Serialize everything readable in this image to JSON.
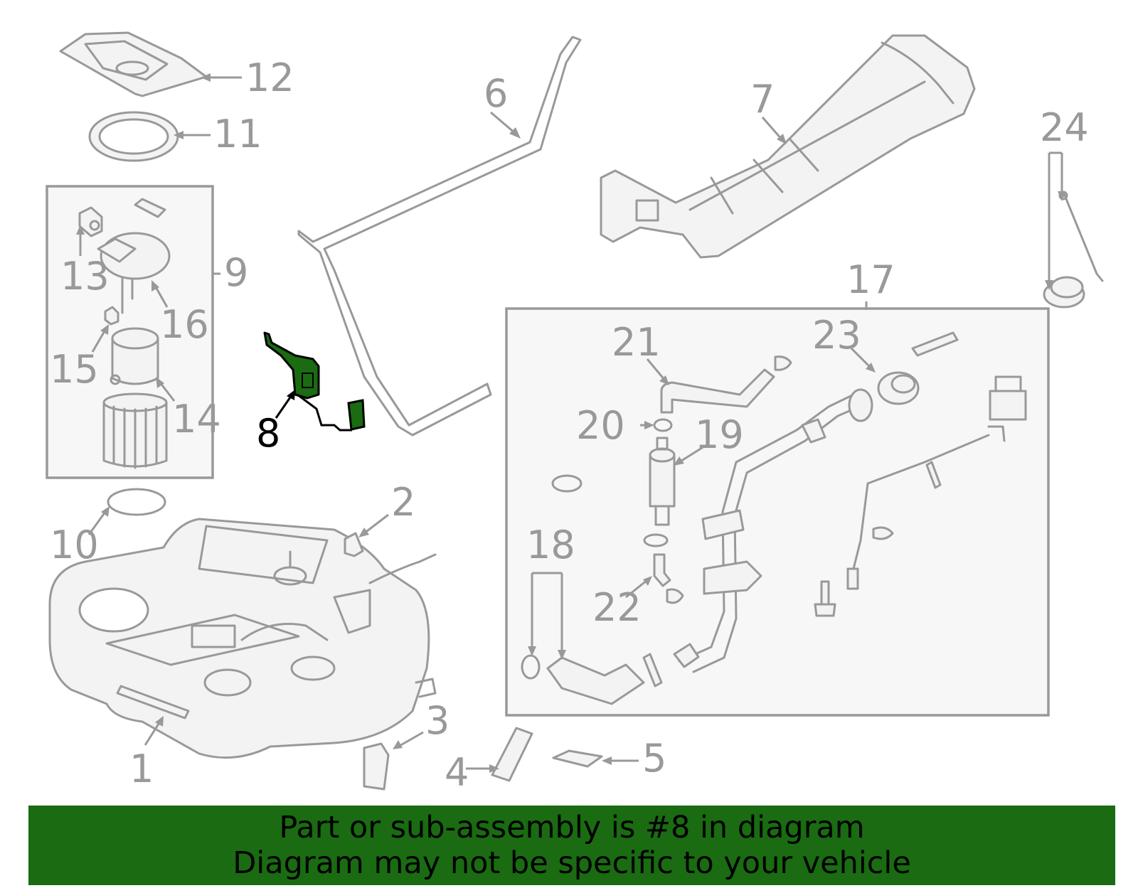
{
  "callouts": {
    "c1": "1",
    "c2": "2",
    "c3": "3",
    "c4": "4",
    "c5": "5",
    "c6": "6",
    "c7": "7",
    "c8": "8",
    "c9": "9",
    "c10": "10",
    "c11": "11",
    "c12": "12",
    "c13": "13",
    "c14": "14",
    "c15": "15",
    "c16": "16",
    "c17": "17",
    "c18": "18",
    "c19": "19",
    "c20": "20",
    "c21": "21",
    "c22": "22",
    "c23": "23",
    "c24": "24"
  },
  "highlight": {
    "part_number": "8",
    "color": "#1a6b12"
  },
  "banner": {
    "line1": "Part or sub-assembly is #8 in diagram",
    "line2": "Diagram may not be specific to your vehicle"
  }
}
